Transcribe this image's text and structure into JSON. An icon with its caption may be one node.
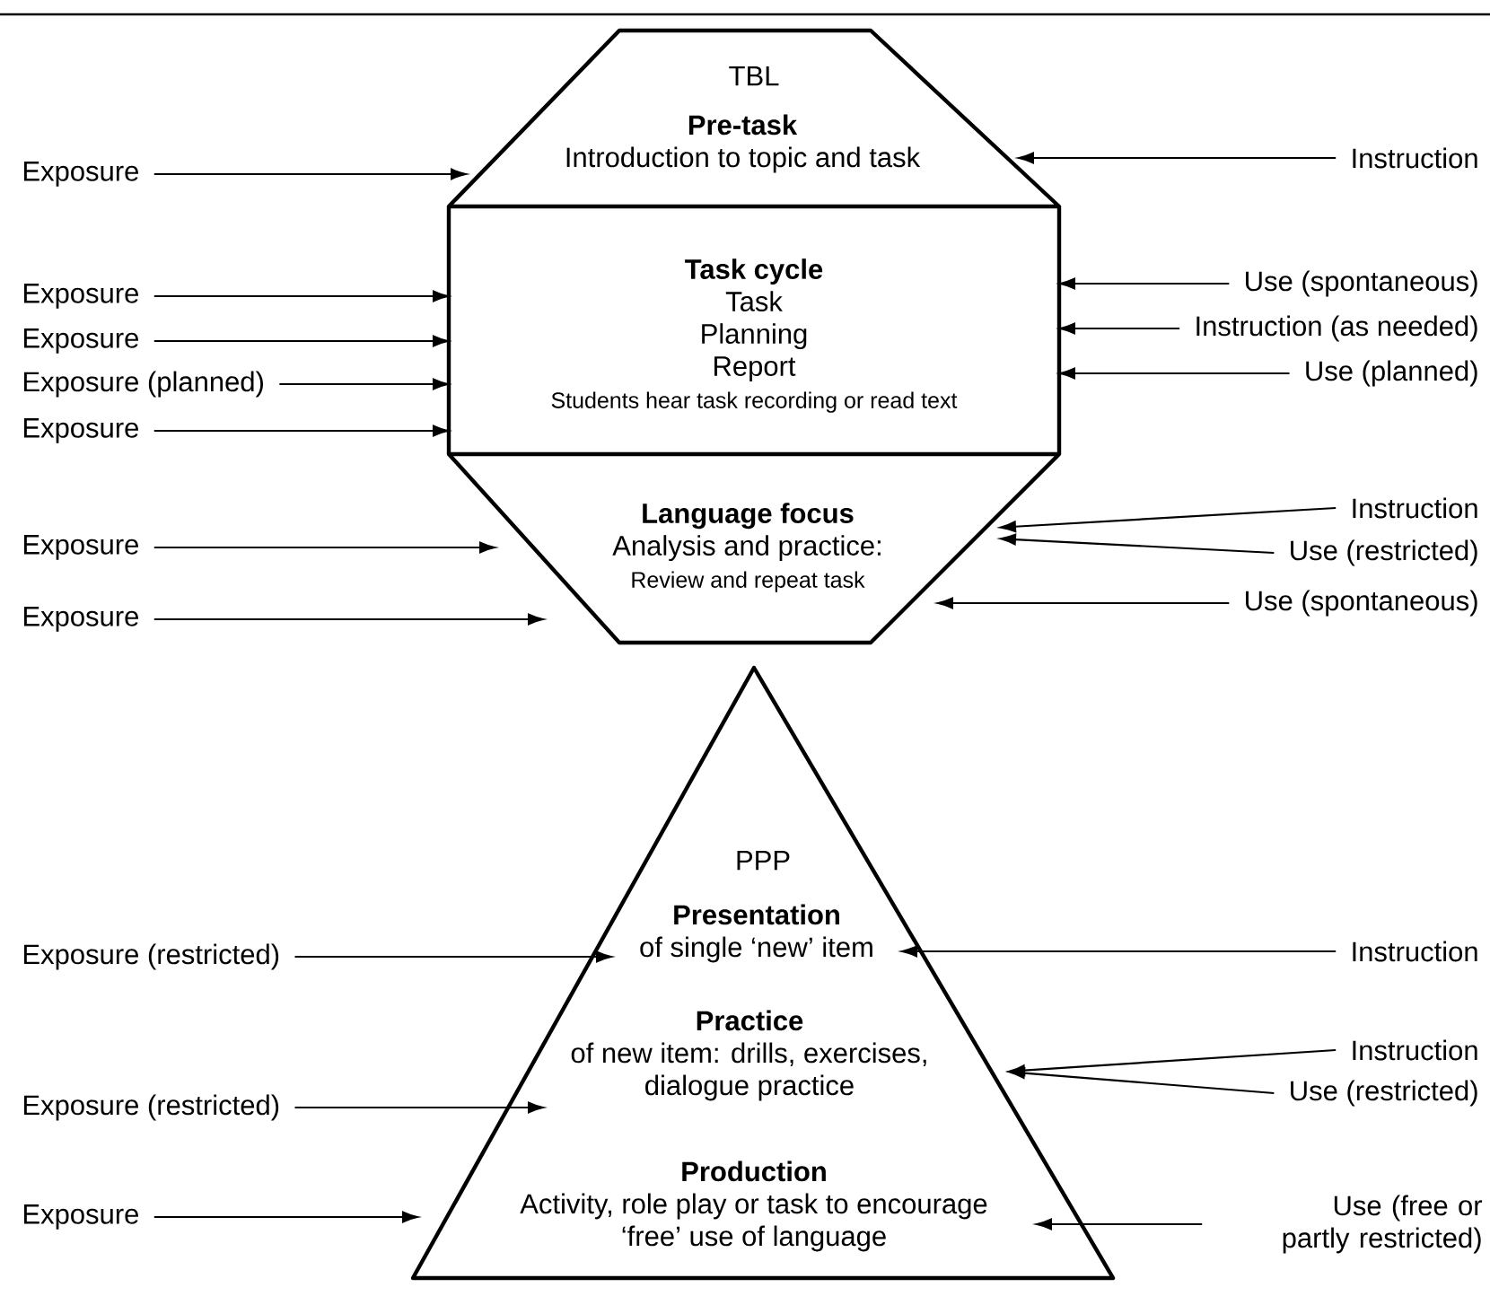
{
  "diagram": {
    "nodes": [
      {
        "text": [
          "TBL"
        ]
      },
      {
        "text": [
          "Pre-task",
          "Introduction to topic and task"
        ],
        "in": 0
      },
      {
        "text": [
          "Task cycle",
          "Task",
          "Planning",
          "Report",
          "Students hear task recording or read text"
        ],
        "in": 0
      },
      {
        "text": [
          "Language focus",
          "Analysis and practice:",
          "Review and repeat task"
        ],
        "in": 0
      },
      {
        "text": [
          "Exposure"
        ]
      },
      {
        "text": [
          "Instruction"
        ]
      },
      {
        "text": [
          "Exposure"
        ]
      },
      {
        "text": [
          "Use (spontaneous)"
        ]
      },
      {
        "text": [
          "Exposure"
        ]
      },
      {
        "text": [
          "Instruction (as needed)"
        ]
      },
      {
        "text": [
          "Exposure (planned)"
        ]
      },
      {
        "text": [
          "Use (planned)"
        ]
      },
      {
        "text": [
          "Exposure"
        ]
      },
      {
        "text": [
          "Instruction"
        ]
      },
      {
        "text": [
          "Exposure"
        ]
      },
      {
        "text": [
          "Use (restricted)"
        ]
      },
      {
        "text": [
          "Exposure"
        ]
      },
      {
        "text": [
          "Use (spontaneous)"
        ]
      },
      {
        "text": [
          "PPP"
        ]
      },
      {
        "text": [
          "Presentation",
          "of single ‘new’ item"
        ],
        "in": 18
      },
      {
        "text": [
          "Practice",
          "of new item: drills, exercises, dialogue practice"
        ],
        "in": 18
      },
      {
        "text": [
          "Production",
          "Activity, role play or task to encourage ‘free’ use of language"
        ],
        "in": 18
      },
      {
        "text": [
          "Exposure (restricted)"
        ]
      },
      {
        "text": [
          "Instruction"
        ]
      },
      {
        "text": [
          "Instruction"
        ]
      },
      {
        "text": [
          "Exposure (restricted)"
        ]
      },
      {
        "text": [
          "Use (restricted)"
        ]
      },
      {
        "text": [
          "Exposure"
        ]
      },
      {
        "text": [
          "Use (free or partly restricted)"
        ]
      }
    ],
    "edges": [
      {
        "from": 4,
        "to": 1,
        "arrow": "to"
      },
      {
        "from": 5,
        "to": 1,
        "arrow": "to"
      },
      {
        "from": 6,
        "to": 2,
        "arrow": "to"
      },
      {
        "from": 7,
        "to": 2,
        "arrow": "to"
      },
      {
        "from": 8,
        "to": 2,
        "arrow": "to"
      },
      {
        "from": 9,
        "to": 2,
        "arrow": "to"
      },
      {
        "from": 10,
        "to": 2,
        "arrow": "to"
      },
      {
        "from": 11,
        "to": 2,
        "arrow": "to"
      },
      {
        "from": 12,
        "to": 2,
        "arrow": "to"
      },
      {
        "from": 13,
        "to": 3,
        "arrow": "to"
      },
      {
        "from": 14,
        "to": 3,
        "arrow": "to"
      },
      {
        "from": 15,
        "to": 3,
        "arrow": "to"
      },
      {
        "from": 16,
        "to": 3,
        "arrow": "to"
      },
      {
        "from": 17,
        "to": 3,
        "arrow": "to"
      },
      {
        "from": 22,
        "to": 19,
        "arrow": "to"
      },
      {
        "from": 23,
        "to": 19,
        "arrow": "to"
      },
      {
        "from": 24,
        "to": 20,
        "arrow": "to"
      },
      {
        "from": 25,
        "to": 20,
        "arrow": "to"
      },
      {
        "from": 26,
        "to": 20,
        "arrow": "to"
      },
      {
        "from": 27,
        "to": 21,
        "arrow": "to"
      },
      {
        "from": 28,
        "to": 21,
        "arrow": "to"
      }
    ]
  }
}
